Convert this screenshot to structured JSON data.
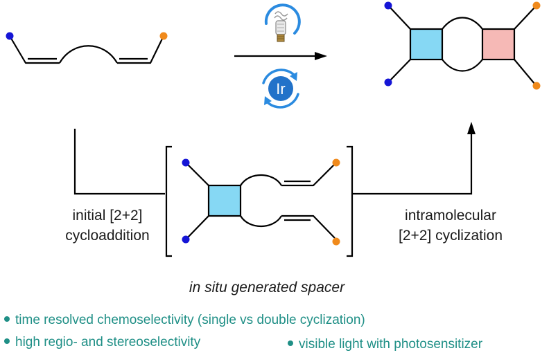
{
  "catalyst": {
    "metal_label": "Ir",
    "light_icon": "light-bulb-icon",
    "cycle_icon": "catalytic-cycle-icon"
  },
  "labels": {
    "initial_line1": "initial [2+2]",
    "initial_line2": "cycloaddition",
    "intra_line1": "intramolecular",
    "intra_line2": "[2+2] cyclization",
    "spacer": "in situ generated spacer"
  },
  "bullets": [
    {
      "text": "time resolved chemoselectivity (single vs double cyclization)"
    },
    {
      "text": "high regio- and stereoselectivity"
    },
    {
      "text": "visible light with photosensitizer"
    }
  ],
  "colors": {
    "blue_dot": "#1515d6",
    "orange_dot": "#f08a1c",
    "cyclobutane_blue": "#86d8f4",
    "cyclobutane_pink": "#f6b9b6",
    "iridium": "#2272c9",
    "bullet_teal": "#1f8f86"
  }
}
